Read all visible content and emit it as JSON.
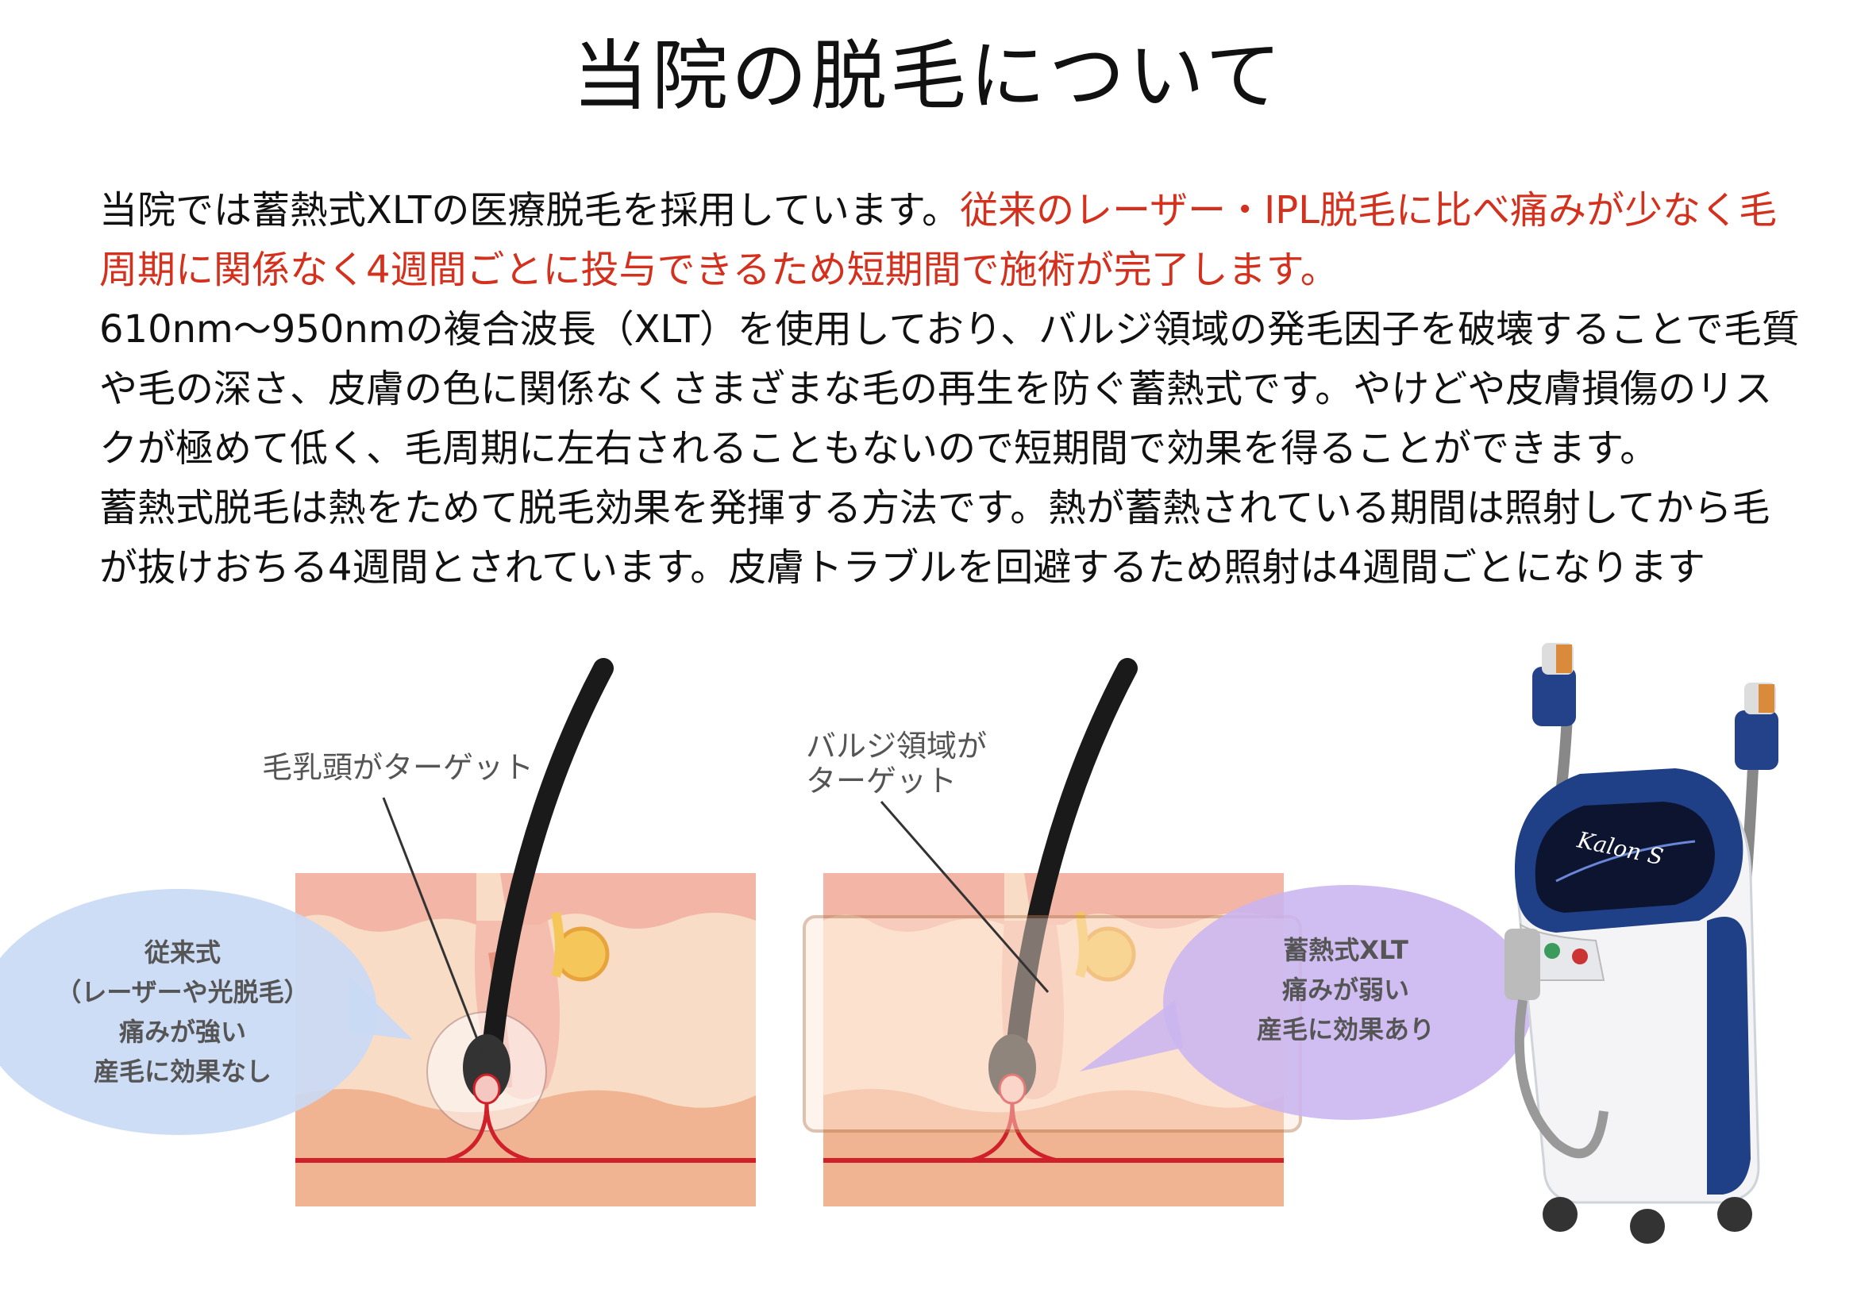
{
  "page": {
    "title": "当院の脱毛について"
  },
  "body": {
    "p1_black": "当院では蓄熱式XLTの医療脱毛を採用しています。",
    "p1_red": "従来のレーザー・IPL脱毛に比べ痛みが少なく毛周期に関係なく4週間ごとに投与できるため短期間で施術が完了します。",
    "p2": "610nm〜950nmの複合波長（XLT）を使用しており、バルジ領域の発毛因子を破壊することで毛質や毛の深さ、皮膚の色に関係なくさまざまな毛の再生を防ぐ蓄熱式です。やけどや皮膚損傷のリスクが極めて低く、毛周期に左右されることもないので短期間で効果を得ることができます。",
    "p3": "蓄熱式脱毛は熱をためて脱毛効果を発揮する方法です。熱が蓄熱されている期間は照射してから毛が抜けおちる4週間とされています。皮膚トラブルを回避するため照射は4週間ごとになります"
  },
  "diagram_left": {
    "label": "毛乳頭がターゲット",
    "callout_lines": [
      "従来式",
      "（レーザーや光脱毛）",
      "痛みが強い",
      "産毛に効果なし"
    ]
  },
  "diagram_right": {
    "label_line1": "バルジ領域が",
    "label_line2": "ターゲット",
    "callout_lines": [
      "蓄熱式XLT",
      "痛みが弱い",
      "産毛に効果あり"
    ]
  },
  "machine": {
    "brand": "Kalon S"
  },
  "colors": {
    "text": "#111111",
    "emphasis_red": "#d4301e",
    "skin_top": "#f2b5a6",
    "skin_mid": "#f8dcc6",
    "skin_bottom": "#f1b493",
    "vessel": "#d0202a",
    "callout_blue": "#c9d9f5",
    "callout_purple": "#c9b5f0",
    "machine_blue": "#1f3f86"
  }
}
